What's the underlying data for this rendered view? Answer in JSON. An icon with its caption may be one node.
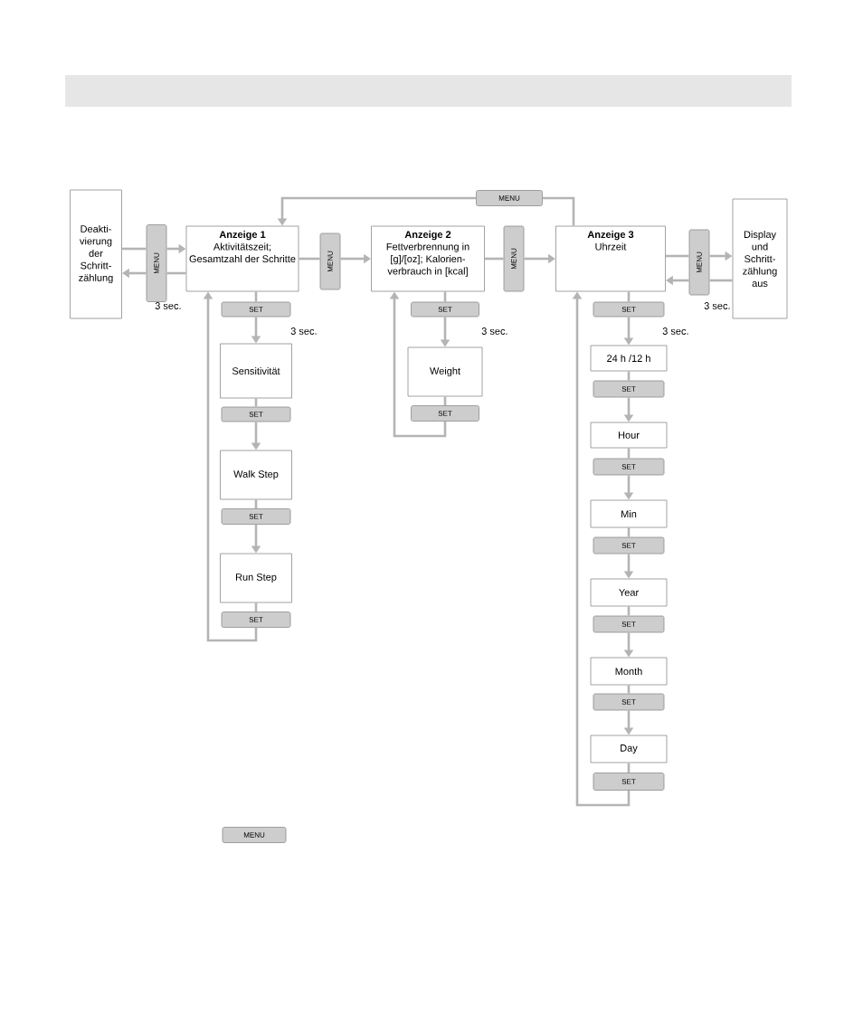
{
  "diagram": {
    "nodes": [
      {
        "text": [
          "Deakti- vierung der Schritt- zählung"
        ]
      },
      {
        "text": [
          "MENU"
        ],
        "beside": [
          "3 sec."
        ]
      },
      {
        "text": [
          "Anzeige 1",
          "Aktivitätszeit; Gesamtzahl der Schritte"
        ]
      },
      {
        "text": [
          "MENU"
        ]
      },
      {
        "text": [
          "Anzeige 2",
          "Fettverbrennung in [g]/[oz]; Kalorien- verbrauch in [kcal]"
        ]
      },
      {
        "text": [
          "MENU"
        ]
      },
      {
        "text": [
          "Anzeige 3",
          "Uhrzeit"
        ]
      },
      {
        "text": [
          "MENU"
        ],
        "beside": [
          "3 sec."
        ]
      },
      {
        "text": [
          "Display und Schritt- zählung aus"
        ]
      },
      {
        "text": [
          "MENU"
        ]
      },
      {
        "text": [
          "SET"
        ],
        "beside": [
          "3 sec."
        ]
      },
      {
        "text": [
          "Sensitivität"
        ]
      },
      {
        "text": [
          "SET"
        ]
      },
      {
        "text": [
          "Walk Step"
        ]
      },
      {
        "text": [
          "SET"
        ]
      },
      {
        "text": [
          "Run Step"
        ]
      },
      {
        "text": [
          "SET"
        ]
      },
      {
        "text": [
          "SET"
        ],
        "beside": [
          "3 sec."
        ]
      },
      {
        "text": [
          "Weight"
        ]
      },
      {
        "text": [
          "SET"
        ]
      },
      {
        "text": [
          "SET"
        ],
        "beside": [
          "3 sec."
        ]
      },
      {
        "text": [
          "24 h /12 h"
        ]
      },
      {
        "text": [
          "SET"
        ]
      },
      {
        "text": [
          "Hour"
        ]
      },
      {
        "text": [
          "SET"
        ]
      },
      {
        "text": [
          "Min"
        ]
      },
      {
        "text": [
          "SET"
        ]
      },
      {
        "text": [
          "Year"
        ]
      },
      {
        "text": [
          "SET"
        ]
      },
      {
        "text": [
          "Month"
        ]
      },
      {
        "text": [
          "SET"
        ]
      },
      {
        "text": [
          "Day"
        ]
      },
      {
        "text": [
          "SET"
        ]
      },
      {
        "text": [
          "MENU"
        ]
      }
    ],
    "edges": [
      {
        "from": 0,
        "to": 1,
        "arrow": "none"
      },
      {
        "from": 1,
        "to": 2,
        "arrow": "to"
      },
      {
        "from": 2,
        "to": 1,
        "arrow": "none"
      },
      {
        "from": 1,
        "to": 0,
        "arrow": "to"
      },
      {
        "from": 2,
        "to": 3,
        "arrow": "none"
      },
      {
        "from": 3,
        "to": 4,
        "arrow": "to"
      },
      {
        "from": 4,
        "to": 5,
        "arrow": "none"
      },
      {
        "from": 5,
        "to": 6,
        "arrow": "to"
      },
      {
        "from": 6,
        "to": 7,
        "arrow": "none"
      },
      {
        "from": 7,
        "to": 8,
        "arrow": "to"
      },
      {
        "from": 8,
        "to": 7,
        "arrow": "none"
      },
      {
        "from": 7,
        "to": 6,
        "arrow": "to"
      },
      {
        "from": 6,
        "to": 9,
        "arrow": "none"
      },
      {
        "from": 9,
        "to": 2,
        "arrow": "to"
      },
      {
        "from": 2,
        "to": 10,
        "arrow": "none"
      },
      {
        "from": 10,
        "to": 11,
        "arrow": "to"
      },
      {
        "from": 11,
        "to": 12,
        "arrow": "none"
      },
      {
        "from": 12,
        "to": 13,
        "arrow": "to"
      },
      {
        "from": 13,
        "to": 14,
        "arrow": "none"
      },
      {
        "from": 14,
        "to": 15,
        "arrow": "to"
      },
      {
        "from": 15,
        "to": 16,
        "arrow": "none"
      },
      {
        "from": 16,
        "to": 2,
        "arrow": "to"
      },
      {
        "from": 4,
        "to": 17,
        "arrow": "none"
      },
      {
        "from": 17,
        "to": 18,
        "arrow": "to"
      },
      {
        "from": 18,
        "to": 19,
        "arrow": "none"
      },
      {
        "from": 19,
        "to": 4,
        "arrow": "to"
      },
      {
        "from": 6,
        "to": 20,
        "arrow": "none"
      },
      {
        "from": 20,
        "to": 21,
        "arrow": "to"
      },
      {
        "from": 21,
        "to": 22,
        "arrow": "none"
      },
      {
        "from": 22,
        "to": 23,
        "arrow": "to"
      },
      {
        "from": 23,
        "to": 24,
        "arrow": "none"
      },
      {
        "from": 24,
        "to": 25,
        "arrow": "to"
      },
      {
        "from": 25,
        "to": 26,
        "arrow": "none"
      },
      {
        "from": 26,
        "to": 27,
        "arrow": "to"
      },
      {
        "from": 27,
        "to": 28,
        "arrow": "none"
      },
      {
        "from": 28,
        "to": 29,
        "arrow": "to"
      },
      {
        "from": 29,
        "to": 30,
        "arrow": "none"
      },
      {
        "from": 30,
        "to": 31,
        "arrow": "to"
      },
      {
        "from": 31,
        "to": 32,
        "arrow": "none"
      },
      {
        "from": 32,
        "to": 6,
        "arrow": "to"
      }
    ]
  }
}
